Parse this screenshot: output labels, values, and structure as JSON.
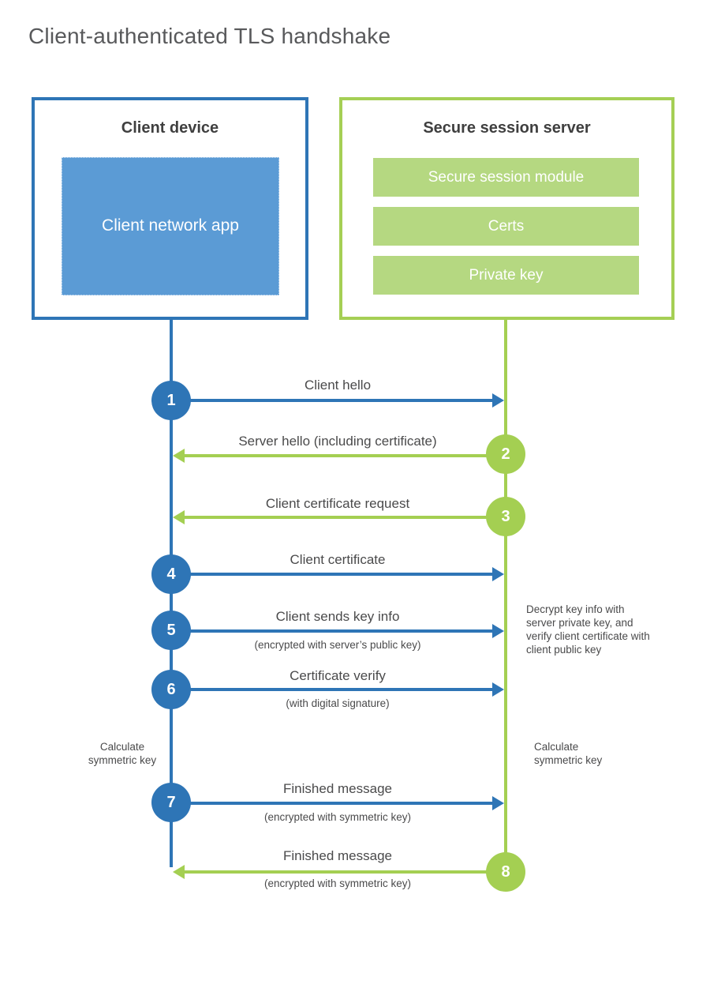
{
  "header": {
    "title": "Client-authenticated TLS handshake"
  },
  "client": {
    "title": "Client device",
    "app": "Client network app"
  },
  "server": {
    "title": "Secure session server",
    "modules": [
      "Secure session module",
      "Certs",
      "Private key"
    ]
  },
  "messages": [
    {
      "num": "1",
      "direction": "client-to-server",
      "label": "Client hello",
      "sub": ""
    },
    {
      "num": "2",
      "direction": "server-to-client",
      "label": "Server hello (including certificate)",
      "sub": ""
    },
    {
      "num": "3",
      "direction": "server-to-client",
      "label": "Client certificate request",
      "sub": ""
    },
    {
      "num": "4",
      "direction": "client-to-server",
      "label": "Client certificate",
      "sub": ""
    },
    {
      "num": "5",
      "direction": "client-to-server",
      "label": "Client sends key info",
      "sub": "(encrypted with server’s public key)"
    },
    {
      "num": "6",
      "direction": "client-to-server",
      "label": "Certificate verify",
      "sub": "(with digital signature)"
    },
    {
      "num": "7",
      "direction": "client-to-server",
      "label": "Finished message",
      "sub": "(encrypted with symmetric key)"
    },
    {
      "num": "8",
      "direction": "server-to-client",
      "label": "Finished message",
      "sub": "(encrypted with symmetric key)"
    }
  ],
  "notes": {
    "decrypt": "Decrypt key info with server private key, and verify client certificate with client public key",
    "calc_left": "Calculate symmetric key",
    "calc_right": "Calculate symmetric key"
  },
  "colors": {
    "blue": "#2e75b6",
    "light_blue": "#5b9bd5",
    "green": "#a4cf52",
    "light_green": "#b5d881",
    "text": "#4a4a4b"
  }
}
